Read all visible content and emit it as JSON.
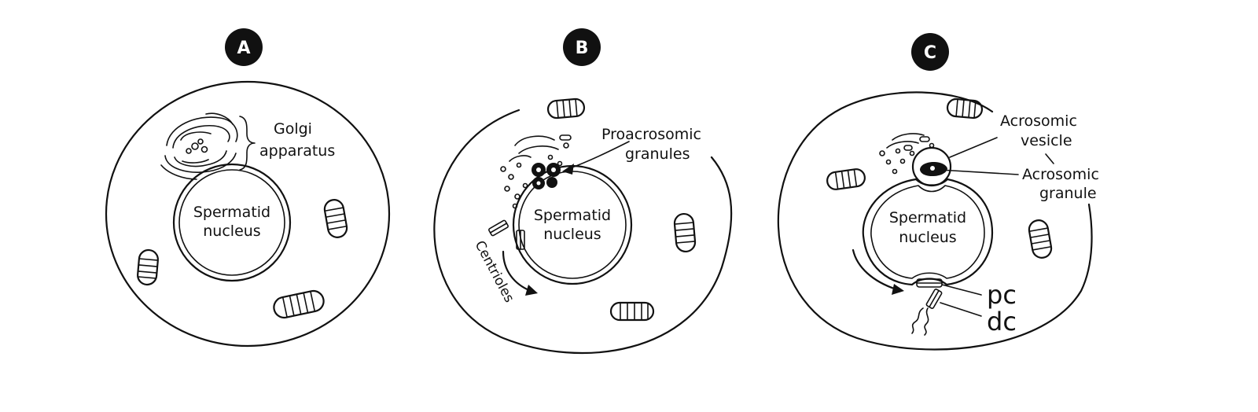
{
  "panels": {
    "a": {
      "badge": "A",
      "golgi_label_line1": "Golgi",
      "golgi_label_line2": "apparatus",
      "nucleus_line1": "Spermatid",
      "nucleus_line2": "nucleus"
    },
    "b": {
      "badge": "B",
      "granules_line1": "Proacrosomic",
      "granules_line2": "granules",
      "nucleus_line1": "Spermatid",
      "nucleus_line2": "nucleus",
      "centrioles_label": "Centrioles"
    },
    "c": {
      "badge": "C",
      "vesicle_line1": "Acrosomic",
      "vesicle_line2": "vesicle",
      "granule_line1": "Acrosomic",
      "granule_line2": "granule",
      "nucleus_line1": "Spermatid",
      "nucleus_line2": "nucleus",
      "pc_label": "pc",
      "dc_label": "dc"
    }
  }
}
